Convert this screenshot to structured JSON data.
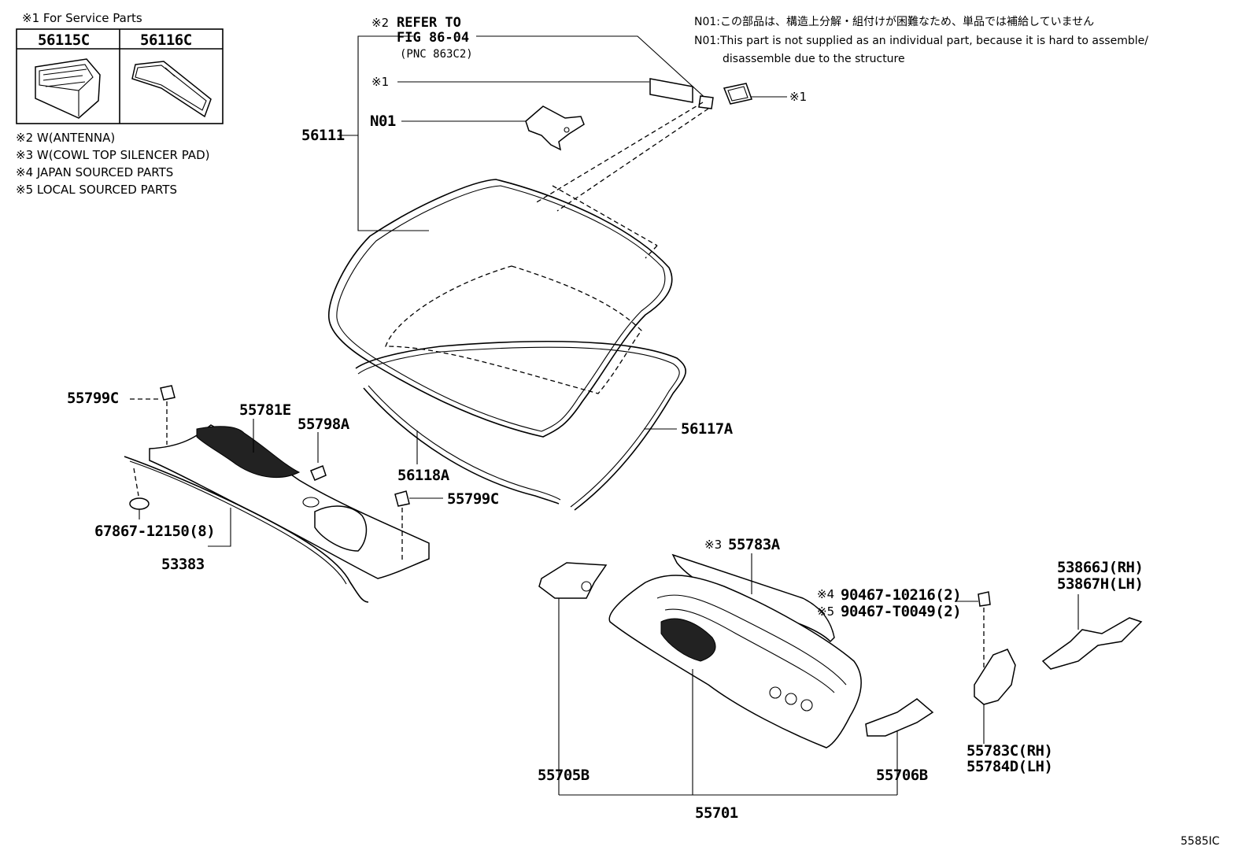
{
  "service_parts": {
    "title": "※1 For Service Parts",
    "col1": "56115C",
    "col2": "56116C"
  },
  "legend": [
    "※2 W(ANTENNA)",
    "※3 W(COWL TOP SILENCER PAD)",
    "※4 JAPAN SOURCED PARTS",
    "※5 LOCAL SOURCED PARTS"
  ],
  "notes": {
    "n01_jp": "N01:この部品は、構造上分解・組付けが困難なため、単品では補給していません",
    "n01_en_line1": "N01:This part is not supplied as an individual part, because it is hard to assemble/",
    "n01_en_line2": "disassemble due to the structure"
  },
  "refer": {
    "mark": "※2",
    "line1": "REFER TO",
    "line2": "FIG 86-04",
    "line3": "(PNC 863C2)"
  },
  "labels": {
    "mark1_a": "※1",
    "mark1_b": "※1",
    "n01": "N01",
    "p56111": "56111",
    "p56117A": "56117A",
    "p56118A": "56118A",
    "p55799C_a": "55799C",
    "p55799C_b": "55799C",
    "p55781E": "55781E",
    "p55798A": "55798A",
    "p67867": "67867-12150(8)",
    "p53383": "53383",
    "p55783A_mark": "※3",
    "p55783A": "55783A",
    "p90467a_mark": "※4",
    "p90467a": "90467-10216(2)",
    "p90467b_mark": "※5",
    "p90467b": "90467-T0049(2)",
    "p53866J": "53866J(RH)",
    "p53867H": "53867H(LH)",
    "p55783C": "55783C(RH)",
    "p55784D": "55784D(LH)",
    "p55705B": "55705B",
    "p55706B": "55706B",
    "p55701": "55701"
  },
  "figure_code": "5585IC"
}
